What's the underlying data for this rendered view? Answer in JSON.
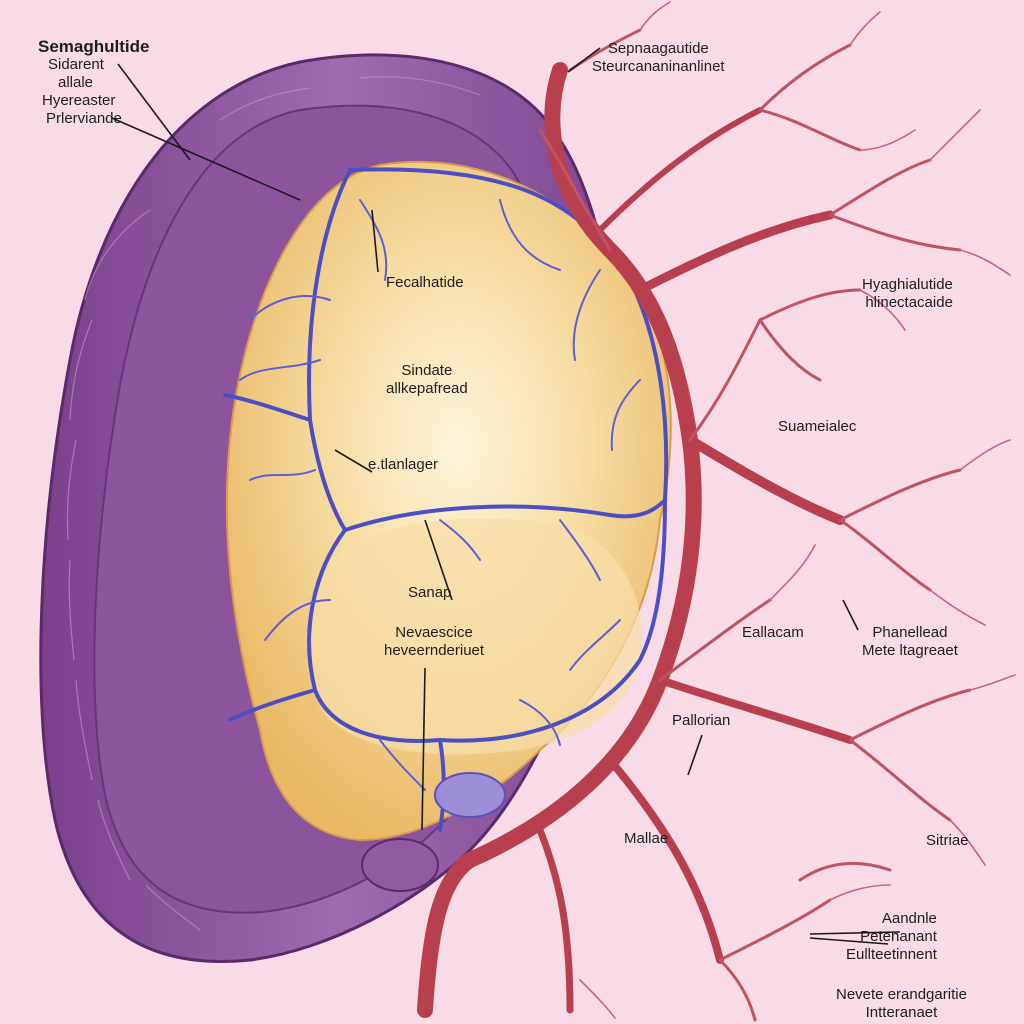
{
  "colors": {
    "background": "#f8dbe6",
    "outer_tissue": "#8a4f9a",
    "inner_core": "#f3cf86",
    "blue_vessels": "#4c4fc4",
    "red_vessels": "#b8404e"
  },
  "labels": {
    "top_left": {
      "title": "Semaghultide",
      "line1": "Sidarent",
      "line2": "allale",
      "line3": "Hyereaster",
      "line4": "Prlerviande"
    },
    "top_center": {
      "line1": "Sepnaagautide",
      "line2": "Steurcananinanlinet"
    },
    "core_upper": "Fecalhatide",
    "core_middle": {
      "line1": "Sindate",
      "line2": "allkepafread"
    },
    "core_junction": "e.tlanlager",
    "core_lower_small": "Sanap",
    "core_lower": {
      "line1": "Nevaescice",
      "line2": "heveernderiuet"
    },
    "right_upper": {
      "line1": "Hyaghialutide",
      "line2": "hlinectacaide"
    },
    "right_mid": "Suameialec",
    "center_right": "Eallacam",
    "right_pair": {
      "line1": "Phanellead",
      "line2": "Mete ltagreaet"
    },
    "center_low": "Pallorian",
    "bottom_left": "Mallae",
    "right_low": "Sitriae",
    "bottom_right": {
      "line1": "Aandnle",
      "line2": "Petenanant",
      "line3": "Eullteetinnent"
    },
    "bottom_edge": {
      "line1": "Nevete erandgaritie",
      "line2": "Intteranaet"
    }
  }
}
